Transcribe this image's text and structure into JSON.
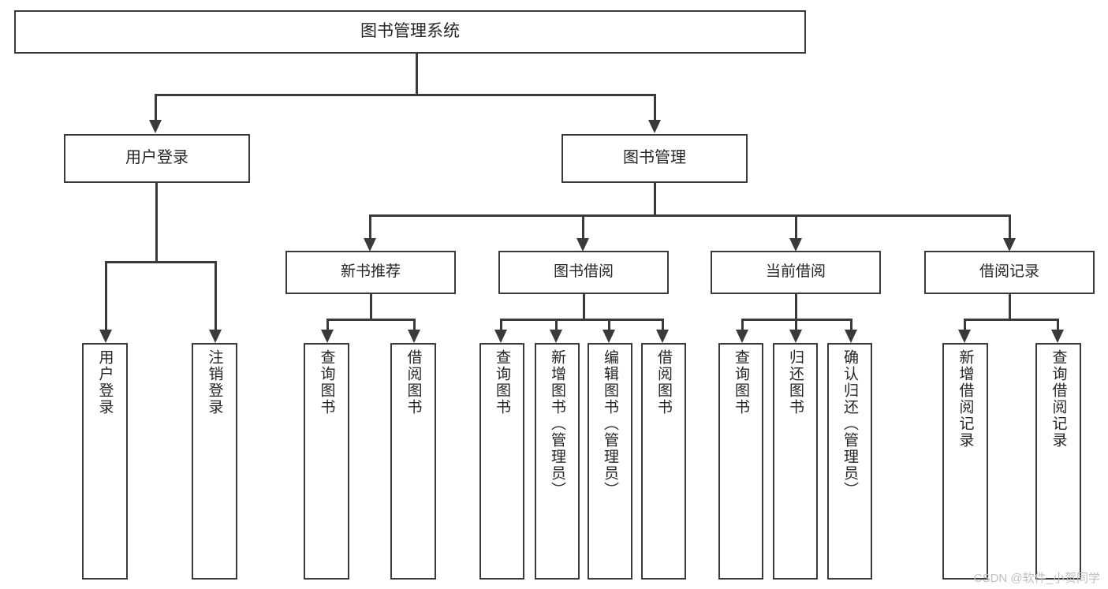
{
  "diagram": {
    "title": "图书管理系统",
    "type": "tree",
    "orientation": "top-down",
    "watermark": "CSDN @软件_小贺同学",
    "colors": {
      "box_border": "#3a3a3a",
      "box_fill": "#ffffff",
      "connector": "#3a3a3a",
      "text": "#262626",
      "watermark": "#bfbfbf",
      "background": "#ffffff"
    }
  },
  "root": {
    "label": "图书管理系统"
  },
  "level1": [
    {
      "label": "用户登录"
    },
    {
      "label": "图书管理"
    }
  ],
  "level2": [
    {
      "label": "新书推荐"
    },
    {
      "label": "图书借阅"
    },
    {
      "label": "当前借阅"
    },
    {
      "label": "借阅记录"
    }
  ],
  "leaves": {
    "user_login": [
      {
        "label": "用户登录"
      },
      {
        "label": "注销登录"
      }
    ],
    "new_book_recommend": [
      {
        "label": "查询图书"
      },
      {
        "label": "借阅图书"
      }
    ],
    "book_borrow": [
      {
        "label": "查询图书"
      },
      {
        "label": "新增图书（管理员）"
      },
      {
        "label": "编辑图书（管理员）"
      },
      {
        "label": "借阅图书"
      }
    ],
    "current_borrow": [
      {
        "label": "查询图书"
      },
      {
        "label": "归还图书"
      },
      {
        "label": "确认归还（管理员）"
      }
    ],
    "borrow_record": [
      {
        "label": "新增借阅记录"
      },
      {
        "label": "查询借阅记录"
      }
    ]
  }
}
